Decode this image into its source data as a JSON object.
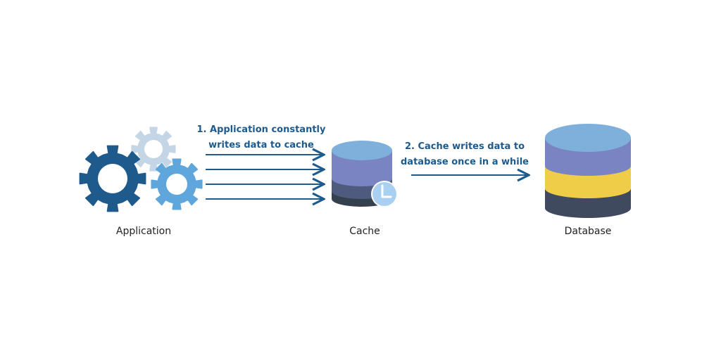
{
  "nodes": {
    "application": {
      "label": "Application"
    },
    "cache": {
      "label": "Cache"
    },
    "database": {
      "label": "Database"
    }
  },
  "steps": {
    "step1": {
      "line1": "1. Application constantly",
      "line2": "writes data to cache"
    },
    "step2": {
      "line1": "2. Cache writes data to",
      "line2": "database once in a while"
    }
  },
  "icons": {
    "gear_large": "gear-icon",
    "gear_small": "gear-icon",
    "cache": "database-stack-icon",
    "clock": "clock-icon",
    "database": "database-icon"
  },
  "colors": {
    "text_accent": "#1e5a8c",
    "gear_dark": "#1e5a8c",
    "gear_mid": "#5ea6db",
    "gear_light": "#c4d6e6",
    "db_top": "#7fb0dc",
    "db_band2": "#7a84c2",
    "db_band3": "#f0cd48",
    "db_bottom": "#404a5e"
  }
}
